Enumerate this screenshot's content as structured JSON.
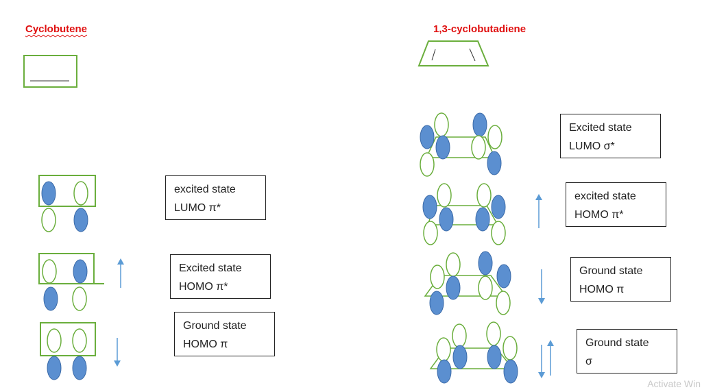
{
  "left": {
    "title": "Cyclobutene",
    "states": [
      {
        "line1": "excited state",
        "line2": "LUMO π*"
      },
      {
        "line1": "Excited state",
        "line2": "HOMO π*"
      },
      {
        "line1": "Ground state",
        "line2": "HOMO π"
      }
    ]
  },
  "right": {
    "title": "1,3-cyclobutadiene",
    "states": [
      {
        "line1": "Excited state",
        "line2": "LUMO σ*"
      },
      {
        "line1": "excited state",
        "line2": "HOMO π*"
      },
      {
        "line1": "Ground state",
        "line2": "HOMO π"
      },
      {
        "line1": "Ground state",
        "line2": "σ"
      }
    ]
  },
  "watermark": "Activate Win",
  "colors": {
    "orbital_fill": "#5b8fd0",
    "orbital_stroke": "#3a6aa8",
    "green": "#6aae3c",
    "arrow": "#5b9bd5",
    "title": "#e01010"
  }
}
